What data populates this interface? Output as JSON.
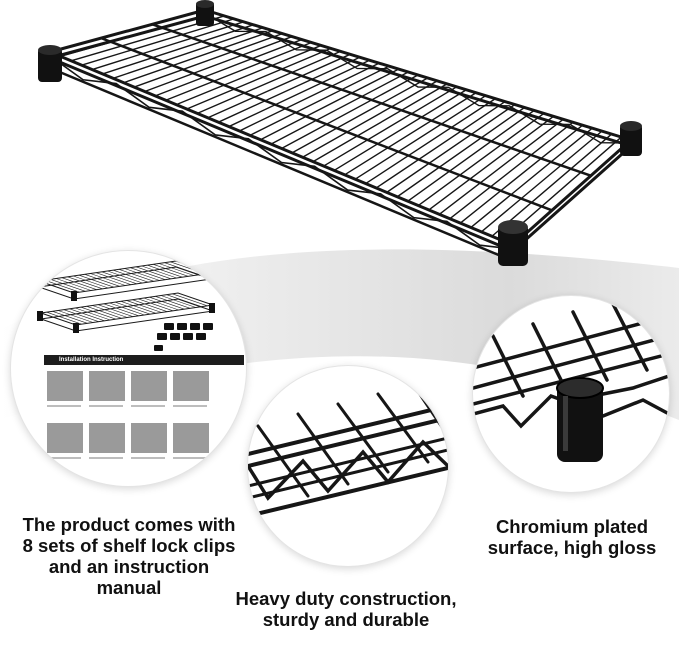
{
  "captions": {
    "accessories": "The product comes with 8 sets of shelf lock clips and an instruction manual",
    "construction": "Heavy duty construction, sturdy and durable",
    "surface": "Chromium plated surface, high gloss"
  },
  "manual": {
    "title": "Installation Instruction"
  },
  "colors": {
    "wire": "#161616",
    "background": "#ffffff",
    "sweep": "#cfcfcf"
  }
}
